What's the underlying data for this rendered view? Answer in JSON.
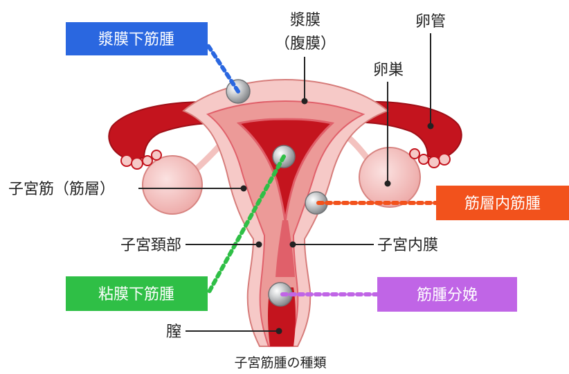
{
  "caption": "子宮筋腫の種類",
  "labels": {
    "serosa_line1": "漿膜",
    "serosa_line2": "（腹膜）",
    "fallopian_tube": "卵管",
    "ovary": "卵巣",
    "myometrium": "子宮筋（筋層）",
    "cervix": "子宮頚部",
    "endometrium": "子宮内膜",
    "vagina": "膣"
  },
  "fibroid_types": {
    "subserosal": {
      "label": "漿膜下筋腫",
      "color": "#2a67e0"
    },
    "intramural": {
      "label": "筋層内筋腫",
      "color": "#f2521c"
    },
    "submucosal": {
      "label": "粘膜下筋腫",
      "color": "#2fbf46"
    },
    "delivered": {
      "label": "筋腫分娩",
      "color": "#c065e6"
    }
  },
  "colors": {
    "tissue_light": "#f6c9c7",
    "tissue_mid": "#ec9a98",
    "tissue_dark": "#c4141e",
    "lining": "#e0606a",
    "fibroid": "#9ea1a4"
  }
}
